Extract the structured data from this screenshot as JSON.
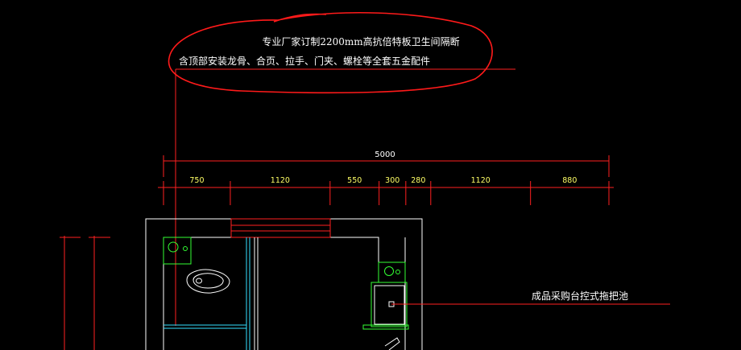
{
  "notes": {
    "title_line1": "专业厂家订制2200mm高抗倍特板卫生间隔断",
    "title_line2": "含顶部安装龙骨、合页、拉手、门夹、螺栓等全套五金配件",
    "callout_right": "成品采购台控式拖把池"
  },
  "dimensions": {
    "total": "5000",
    "segments": [
      "750",
      "1120",
      "550",
      "300",
      "280",
      "1120",
      "880"
    ]
  },
  "colors": {
    "background": "#000000",
    "dimension_line": "#ff2020",
    "dimension_text": "#ffff66",
    "wall": "#ffffff",
    "fixture": "#33ff33",
    "partition": "#33e0ff",
    "markup": "#ff1a1a"
  }
}
